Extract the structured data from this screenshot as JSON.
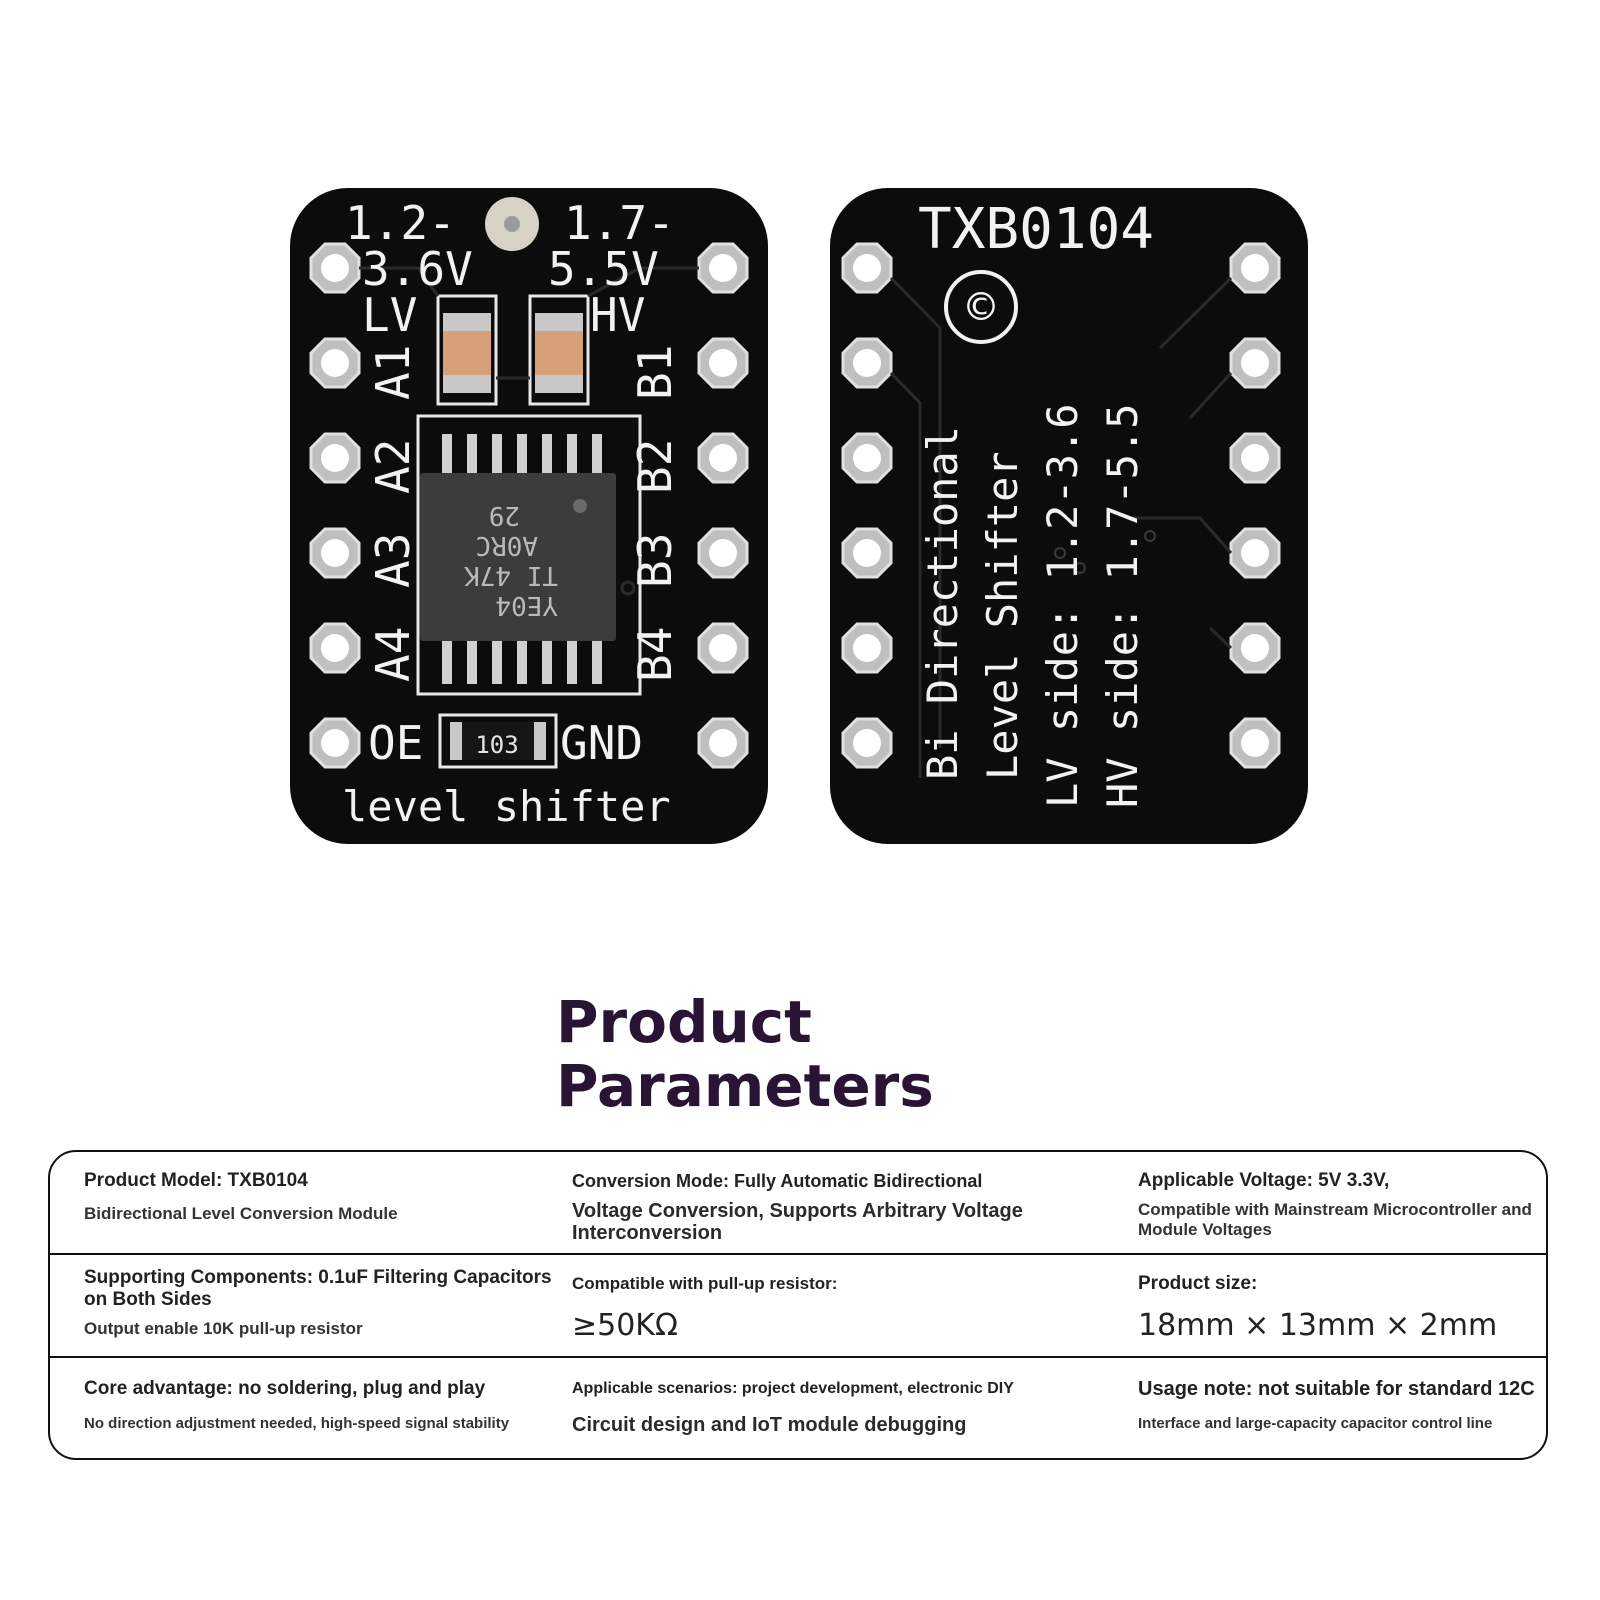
{
  "front_board": {
    "lv_range_top": "1.2-",
    "lv_range_bottom": "3.6V",
    "hv_range_top": "1.7-",
    "hv_range_bottom": "5.5V",
    "lv_label": "LV",
    "hv_label": "HV",
    "a_pins": [
      "A1",
      "A2",
      "A3",
      "A4"
    ],
    "b_pins": [
      "B1",
      "B2",
      "B3",
      "B4"
    ],
    "oe_label": "OE",
    "gnd_label": "GND",
    "bottom_label": "level shifter",
    "resistor_code": "103",
    "chip_lines": [
      "29",
      "A0RC",
      "TI 47K",
      "YE04"
    ]
  },
  "back_board": {
    "title": "TXB0104",
    "copyright_mark": "©",
    "lines": [
      "Bi Directional",
      "Level Shifter",
      "LV side: 1.2-3.6",
      "HV side: 1.7-5.5"
    ]
  },
  "heading": {
    "line1": "Product",
    "line2": "Parameters"
  },
  "params": {
    "rows": [
      [
        {
          "main": "Product Model: TXB0104",
          "sub": "Bidirectional Level Conversion Module"
        },
        {
          "main": "Conversion Mode: Fully Automatic Bidirectional",
          "sub": "Voltage Conversion, Supports Arbitrary Voltage Interconversion"
        },
        {
          "main": "Applicable Voltage: 5V 3.3V,",
          "sub": "Compatible with Mainstream Microcontroller and Module Voltages"
        }
      ],
      [
        {
          "main": "Supporting Components: 0.1uF Filtering Capacitors on Both Sides",
          "sub": "Output enable 10K pull-up resistor"
        },
        {
          "main": "Compatible with pull-up resistor:",
          "big": "≥50KΩ"
        },
        {
          "main": "Product size:",
          "big": "18mm × 13mm × 2mm"
        }
      ],
      [
        {
          "main": "Core advantage: no soldering, plug and play",
          "sub": "No direction adjustment needed, high-speed signal stability"
        },
        {
          "main": "Applicable scenarios: project development, electronic DIY",
          "sub": "Circuit design and IoT module debugging"
        },
        {
          "main": "Usage note: not suitable for standard 12C",
          "sub": "Interface and large-capacity capacitor control line"
        }
      ]
    ]
  }
}
